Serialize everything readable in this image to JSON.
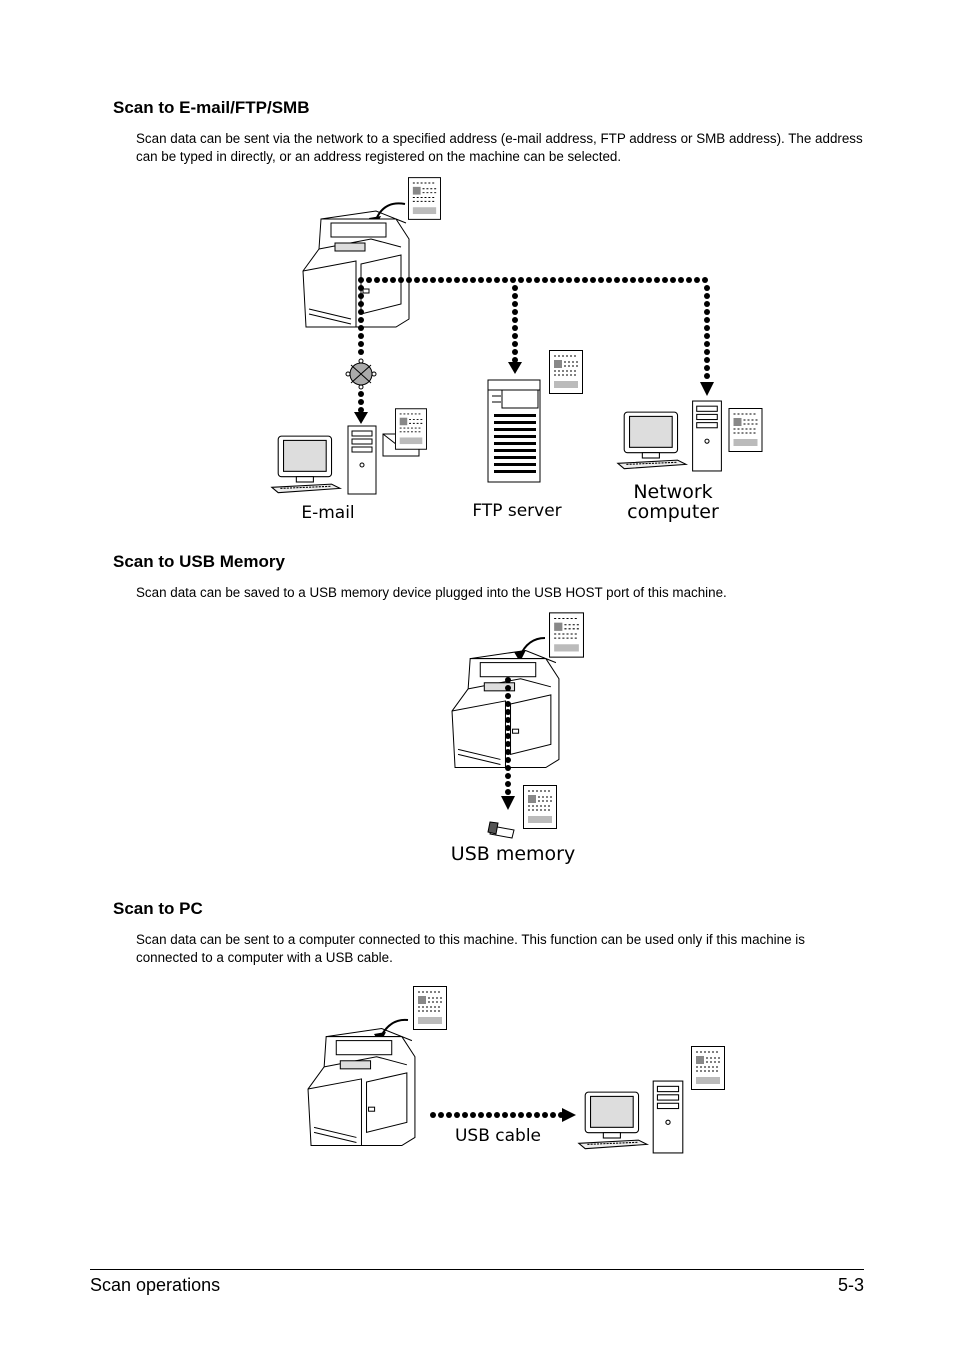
{
  "sections": [
    {
      "heading": "Scan to E-mail/FTP/SMB",
      "body": "Scan data can be sent via the network to a specified address (e-mail address, FTP address or SMB address). The address can be typed in directly, or an address registered on the machine can be selected.",
      "figure_labels": {
        "email": "E-mail",
        "ftp": "FTP server",
        "network_line1": "Network",
        "network_line2": "computer"
      }
    },
    {
      "heading": "Scan to USB Memory",
      "body": "Scan data can be saved to a USB memory device plugged into the USB HOST port of this machine.",
      "figure_labels": {
        "usb": "USB memory"
      }
    },
    {
      "heading": "Scan to PC",
      "body": "Scan data can be sent to a computer connected to this machine. This function can be used only if this machine is connected to a computer with a USB cable.",
      "figure_labels": {
        "cable": "USB cable"
      }
    }
  ],
  "footer": {
    "section_title": "Scan operations",
    "page_number": "5-3"
  }
}
